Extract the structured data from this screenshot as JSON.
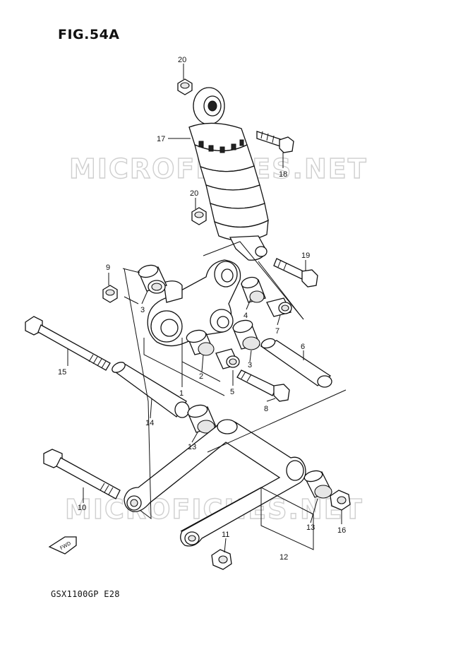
{
  "figure_title": "FIG.54A",
  "model_code": "GSX1100GP  E28",
  "watermark": "MICROFICHES.NET",
  "fwd_label": "FWD",
  "callouts": {
    "c1": "1",
    "c2": "2",
    "c3a": "3",
    "c3b": "3",
    "c4": "4",
    "c5": "5",
    "c6": "6",
    "c7": "7",
    "c8": "8",
    "c9": "9",
    "c10": "10",
    "c11": "11",
    "c12": "12",
    "c13a": "13",
    "c13b": "13",
    "c14": "14",
    "c15": "15",
    "c16": "16",
    "c17": "17",
    "c18": "18",
    "c19": "19",
    "c20a": "20",
    "c20b": "20"
  }
}
